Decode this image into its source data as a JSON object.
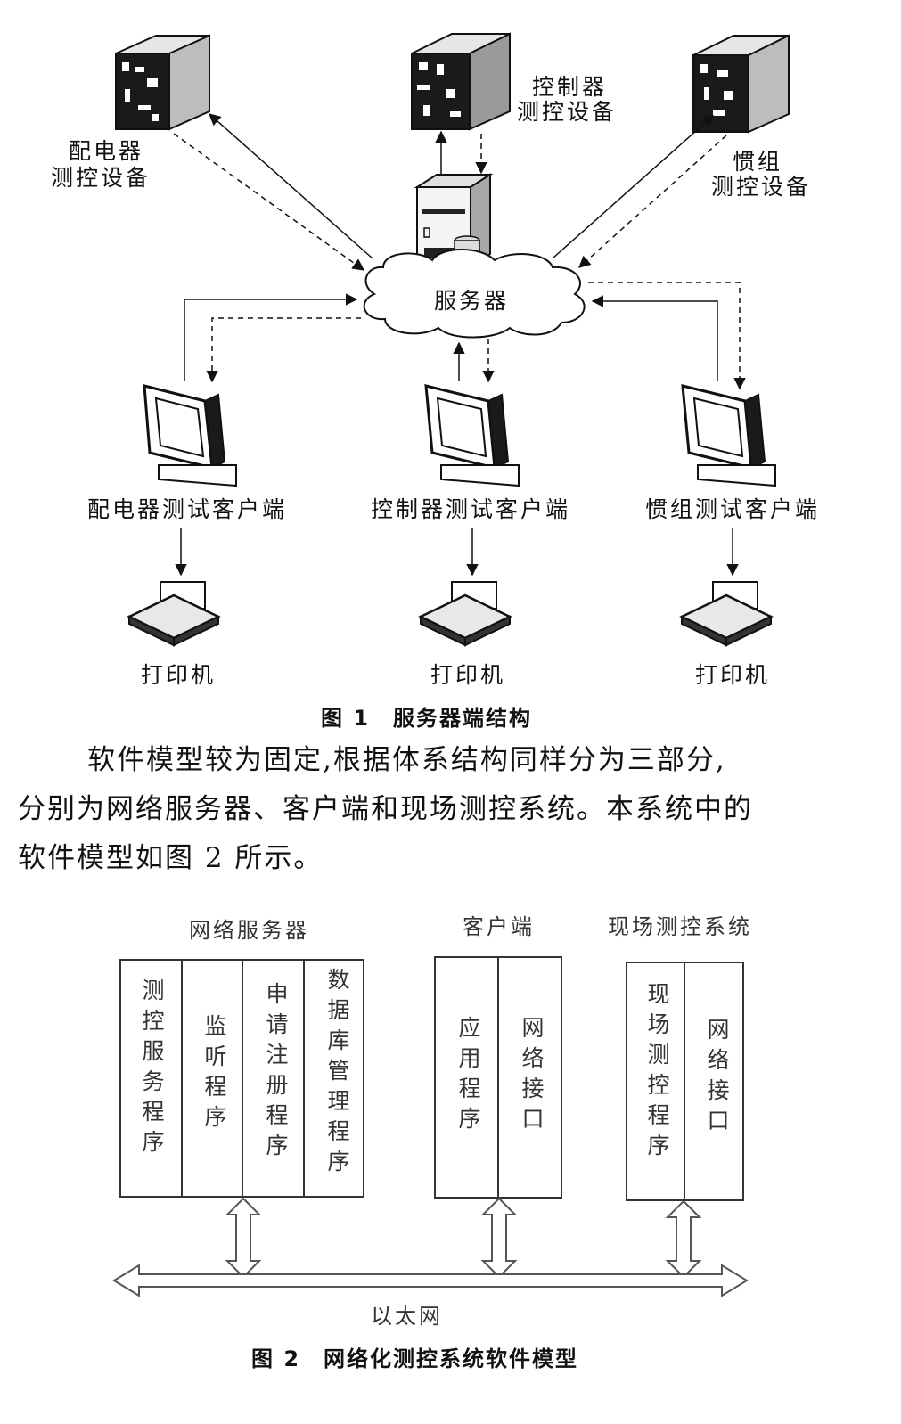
{
  "figure1": {
    "devices": {
      "pdq": [
        "配电器",
        "测控设备"
      ],
      "kzq": [
        "控制器",
        "测控设备"
      ],
      "gz": [
        "惯组",
        "测控设备"
      ]
    },
    "server_label": "服务器",
    "clients": [
      "配电器测试客户端",
      "控制器测试客户端",
      "惯组测试客户端"
    ],
    "printers": [
      "打印机",
      "打印机",
      "打印机"
    ],
    "caption": "图 1　服务器端结构"
  },
  "paragraph": [
    "软件模型较为固定,根据体系结构同样分为三部分,",
    "分别为网络服务器、客户端和现场测控系统。本系统中的",
    "软件模型如图 2 所示。"
  ],
  "figure2": {
    "groups": [
      {
        "title": "网络服务器",
        "boxes": [
          "测控服务程序",
          "监听程序",
          "申请注册程序",
          "数据库管理程序"
        ]
      },
      {
        "title": "客户端",
        "boxes": [
          "应用程序",
          "网络接口"
        ]
      },
      {
        "title": "现场测控系统",
        "boxes": [
          "现场测控程序",
          "网络接口"
        ]
      }
    ],
    "bus_label": "以太网",
    "caption": "图 2　网络化测控系统软件模型"
  }
}
